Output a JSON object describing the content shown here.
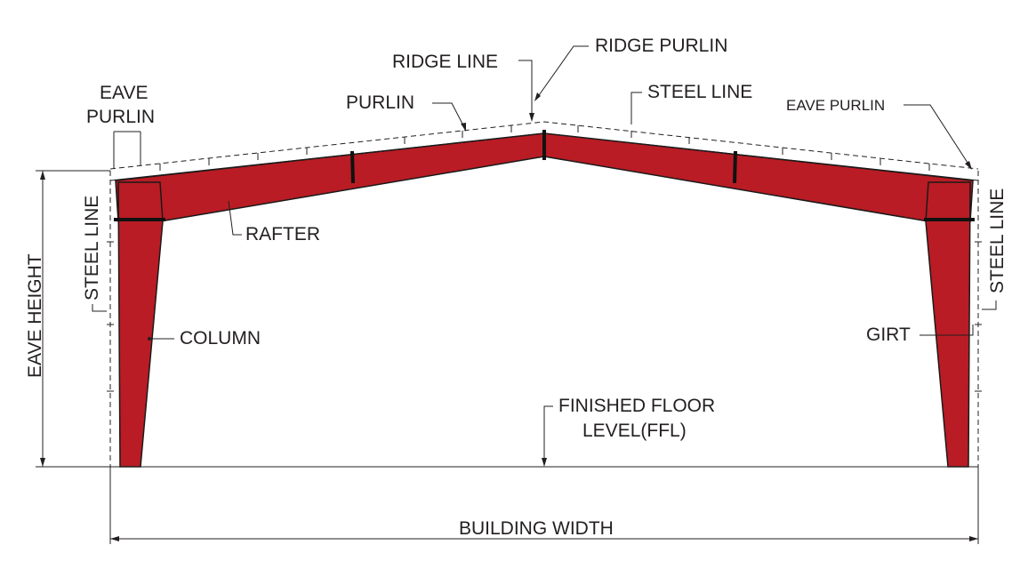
{
  "labels": {
    "ridge_line": "RIDGE LINE",
    "ridge_purlin": "RIDGE PURLIN",
    "eave_purlin_left_line1": "EAVE",
    "eave_purlin_left_line2": "PURLIN",
    "purlin": "PURLIN",
    "steel_line_top": "STEEL LINE",
    "eave_purlin_right": "EAVE PURLIN",
    "rafter": "RAFTER",
    "steel_line_left": "STEEL LINE",
    "steel_line_right": "STEEL LINE",
    "eave_height": "EAVE HEIGHT",
    "column": "COLUMN",
    "girt": "GIRT",
    "ffl_line1": "FINISHED FLOOR",
    "ffl_line2": "LEVEL(FFL)",
    "building_width": "BUILDING WIDTH"
  },
  "colors": {
    "frame": "#b91c24",
    "linework": "#231f20",
    "background": "#ffffff"
  }
}
